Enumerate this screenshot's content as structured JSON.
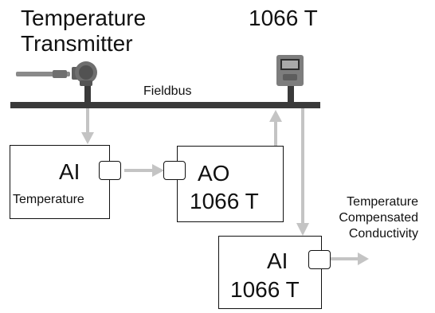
{
  "title": {
    "line1": "Temperature",
    "line2": "Transmitter"
  },
  "device": {
    "label": "1066 T"
  },
  "bus": {
    "label": "Fieldbus"
  },
  "blocks": {
    "ai_temperature": {
      "name": "AI",
      "subtitle": "Temperature"
    },
    "ao_1066t": {
      "name": "AO",
      "subtitle": "1066 T"
    },
    "ai_1066t": {
      "name": "AI",
      "subtitle": "1066 T"
    }
  },
  "output": {
    "line1": "Temperature",
    "line2": "Compensated",
    "line3": "Conductivity"
  },
  "colors": {
    "bus": "#3a3a3a",
    "arrow": "#c4c4c4",
    "text": "#111111",
    "transmitter_body": "#6f6f6f",
    "display_panel": "#7d7d7d"
  },
  "icons": {
    "transmitter": "temperature-transmitter-icon",
    "analyzer": "analyzer-device-icon"
  }
}
